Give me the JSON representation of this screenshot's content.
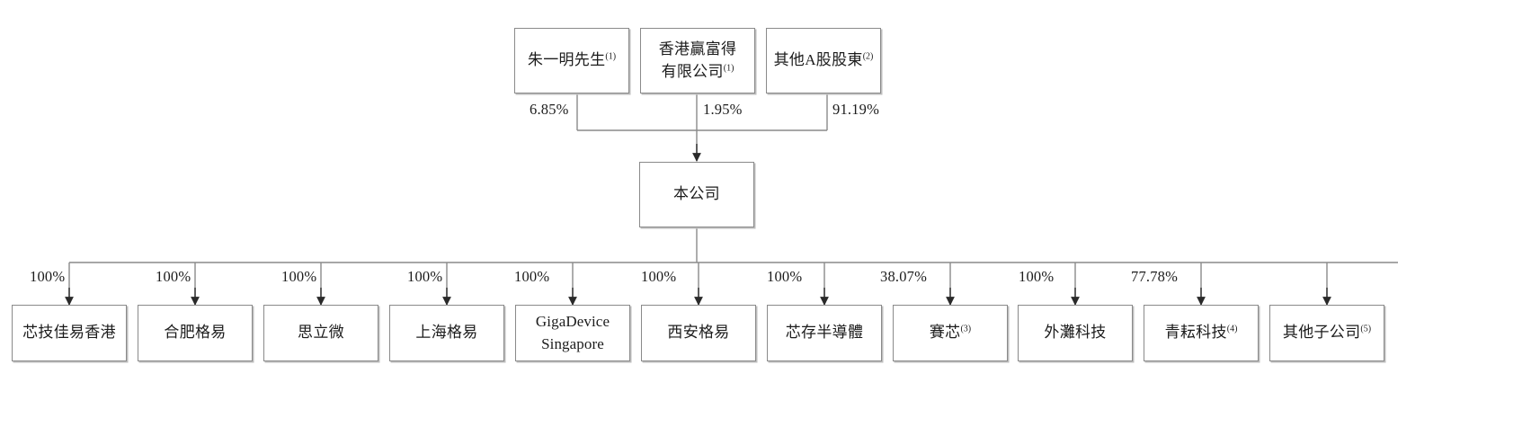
{
  "diagram": {
    "title": "Shareholding and corporate structure chart",
    "line_color": "#8a8a8a",
    "shadow_color": "#bdbdbd",
    "text_color": "#1c1c1c",
    "shareholders": [
      {
        "id": "zhu-yiming",
        "label": "朱一明先生",
        "note": "(1)",
        "percent": "6.85%"
      },
      {
        "id": "hk-winfound",
        "label_line1": "香港贏富得",
        "label_line2": "有限公司",
        "note": "(1)",
        "percent": "1.95%"
      },
      {
        "id": "other-a-holders",
        "label": "其他A股股東",
        "note": "(2)",
        "percent": "91.19%"
      }
    ],
    "company": {
      "id": "the-company",
      "label": "本公司"
    },
    "subsidiaries": [
      {
        "id": "xinjijiayi-hk",
        "label": "芯技佳易香港",
        "note": "",
        "percent": "100%",
        "latin": false
      },
      {
        "id": "hefei-geyi",
        "label": "合肥格易",
        "note": "",
        "percent": "100%",
        "latin": false
      },
      {
        "id": "siliwei",
        "label": "思立微",
        "note": "",
        "percent": "100%",
        "latin": false
      },
      {
        "id": "shanghai-geyi",
        "label": "上海格易",
        "note": "",
        "percent": "100%",
        "latin": false
      },
      {
        "id": "gigadevice-singapore",
        "label_line1": "GigaDevice",
        "label_line2": "Singapore",
        "note": "",
        "percent": "100%",
        "latin": true
      },
      {
        "id": "xian-geyi",
        "label": "西安格易",
        "note": "",
        "percent": "100%",
        "latin": false
      },
      {
        "id": "xincun-semiconductor",
        "label": "芯存半導體",
        "note": "",
        "percent": "100%",
        "latin": false
      },
      {
        "id": "saixin",
        "label": "賽芯",
        "note": "(3)",
        "percent": "38.07%",
        "latin": false
      },
      {
        "id": "waitan-technology",
        "label": "外灘科技",
        "note": "",
        "percent": "100%",
        "latin": false
      },
      {
        "id": "qingyun-technology",
        "label": "青耘科技",
        "note": "(4)",
        "percent": "77.78%",
        "latin": false
      },
      {
        "id": "other-subsidiaries",
        "label": "其他子公司",
        "note": "(5)",
        "percent": "",
        "latin": false
      }
    ]
  }
}
